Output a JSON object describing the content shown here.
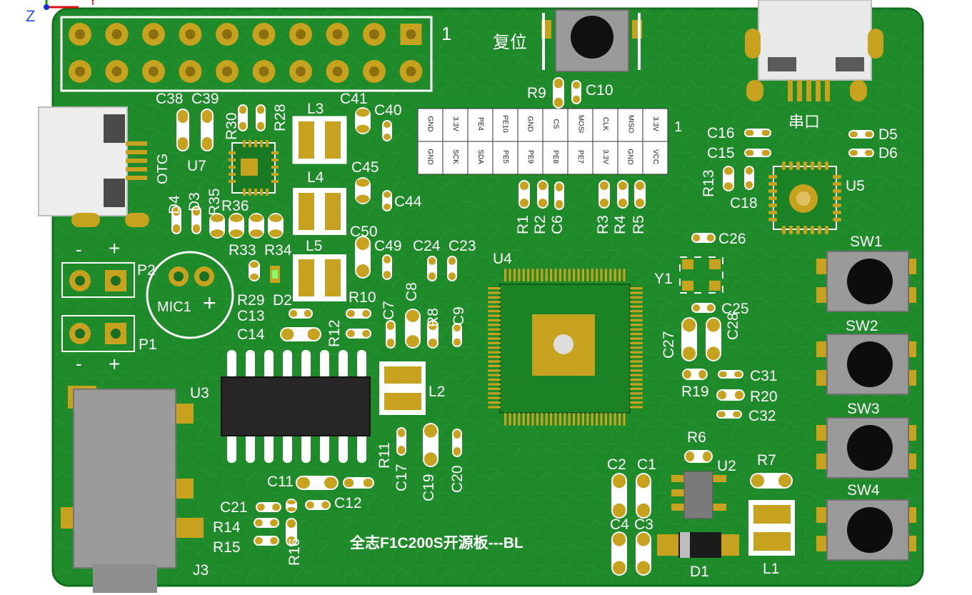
{
  "board": {
    "title": "全志F1C200S开源板---BL",
    "pin_one_markers": [
      "1",
      "1"
    ],
    "axis_letters": [
      "Z",
      "Y"
    ],
    "reset_label": "复位",
    "serial_label": "串口",
    "otg_label": "OTG",
    "mic_label": "MIC1",
    "plus_sign": "+",
    "minus_sign": "-",
    "header_top_row": [
      "GND",
      "3.3V",
      "PE4",
      "PE10",
      "GND",
      "CS",
      "MOSI",
      "CLK",
      "MISO",
      "3.3V"
    ],
    "header_bottom_row": [
      "GND",
      "SCK",
      "SDA",
      "PE5",
      "PE9",
      "PE8",
      "PE7",
      "3.3V",
      "GND",
      "VCC"
    ]
  },
  "designators": {
    "C38": "C38",
    "C39": "C39",
    "R30": "R30",
    "R28": "R28",
    "L3": "L3",
    "C41": "C41",
    "C40": "C40",
    "U7": "U7",
    "L4": "L4",
    "C45": "C45",
    "C44": "C44",
    "D4": "D4",
    "D3": "D3",
    "R35": "R35",
    "R36": "R36",
    "C50": "C50",
    "L5": "L5",
    "C49": "C49",
    "C24": "C24",
    "C23": "C23",
    "R33": "R33",
    "R34": "R34",
    "P2": "P2",
    "P1": "P1",
    "R29": "R29",
    "D2": "D2",
    "C13": "C13",
    "C14": "C14",
    "R12": "R12",
    "R10": "R10",
    "C7": "C7",
    "C8": "C8",
    "R8": "R8",
    "C9": "C9",
    "U4": "U4",
    "U3": "U3",
    "L2": "L2",
    "J3": "J3",
    "C11": "C11",
    "C12": "C12",
    "C17": "C17",
    "C19": "C19",
    "C20": "C20",
    "R11": "R11",
    "C21": "C21",
    "R14": "R14",
    "R15": "R15",
    "R16": "R16",
    "R9": "R9",
    "C10": "C10",
    "R1": "R1",
    "R2": "R2",
    "C6": "C6",
    "R3": "R3",
    "R4": "R4",
    "R5": "R5",
    "C16": "C16",
    "C15": "C15",
    "R13": "R13",
    "C18": "C18",
    "U5": "U5",
    "D5": "D5",
    "D6": "D6",
    "C26": "C26",
    "Y1": "Y1",
    "C25": "C25",
    "C27": "C27",
    "C28": "C28",
    "R19": "R19",
    "C31": "C31",
    "R20": "R20",
    "C32": "C32",
    "R6": "R6",
    "U2": "U2",
    "R7": "R7",
    "C2": "C2",
    "C1": "C1",
    "C4": "C4",
    "C3": "C3",
    "D1": "D1",
    "L1": "L1",
    "SW1": "SW1",
    "SW2": "SW2",
    "SW3": "SW3",
    "SW4": "SW4"
  },
  "colors": {
    "pcb_green": "#1f8a2a",
    "copper_gold": "#c6a21e",
    "silkscreen": "#ffffff",
    "button_body": "#9a9a9a",
    "ic_body": "#202020"
  }
}
